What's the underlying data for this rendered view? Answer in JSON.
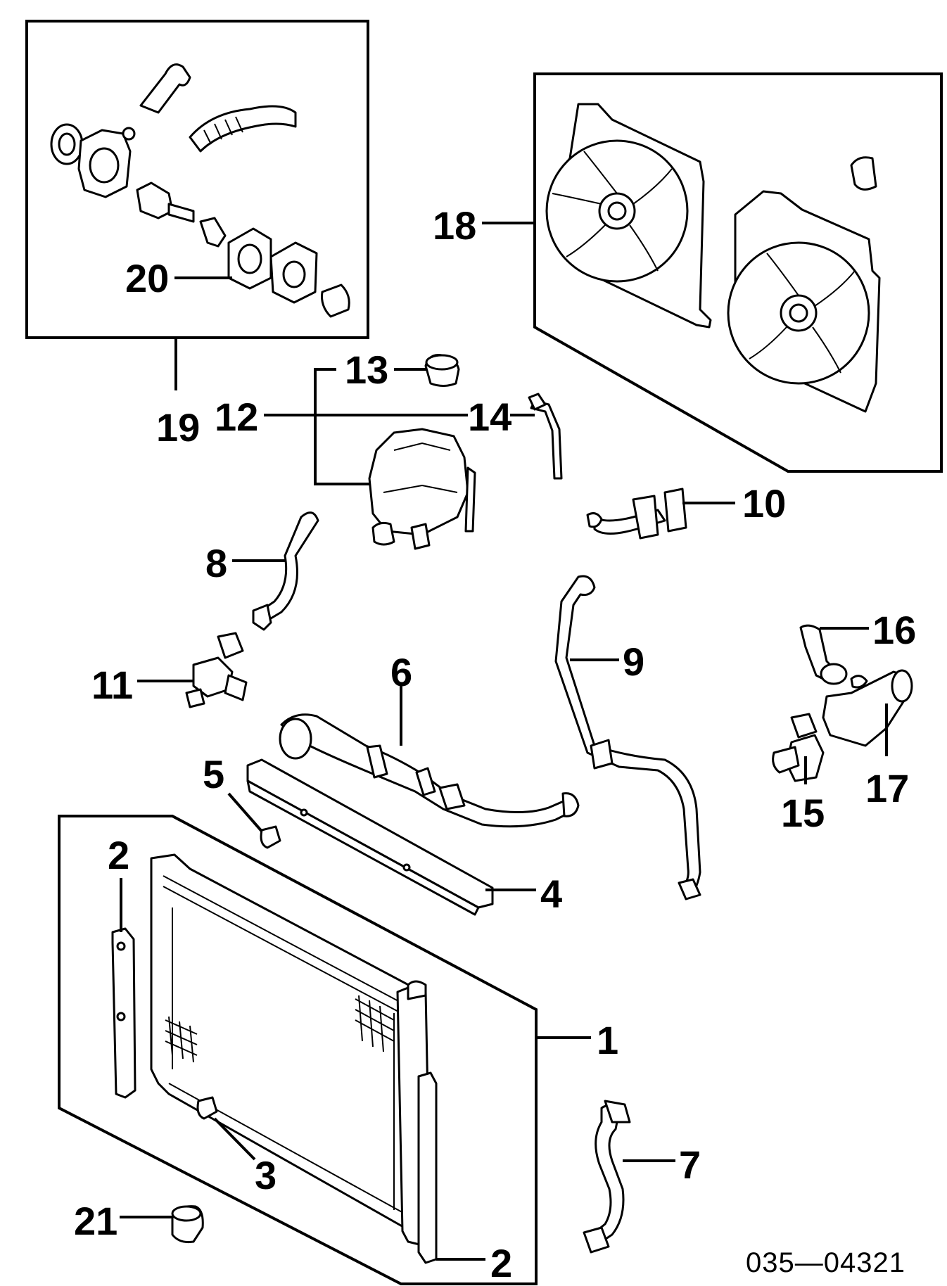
{
  "diagram": {
    "reference_code": "035—04321",
    "callouts": {
      "c1": "1",
      "c2a": "2",
      "c2b": "2",
      "c3": "3",
      "c4": "4",
      "c5": "5",
      "c6": "6",
      "c7": "7",
      "c8": "8",
      "c9": "9",
      "c10": "10",
      "c11": "11",
      "c12": "12",
      "c13": "13",
      "c14": "14",
      "c15": "15",
      "c16": "16",
      "c17": "17",
      "c18": "18",
      "c19": "19",
      "c20": "20",
      "c21": "21"
    }
  }
}
